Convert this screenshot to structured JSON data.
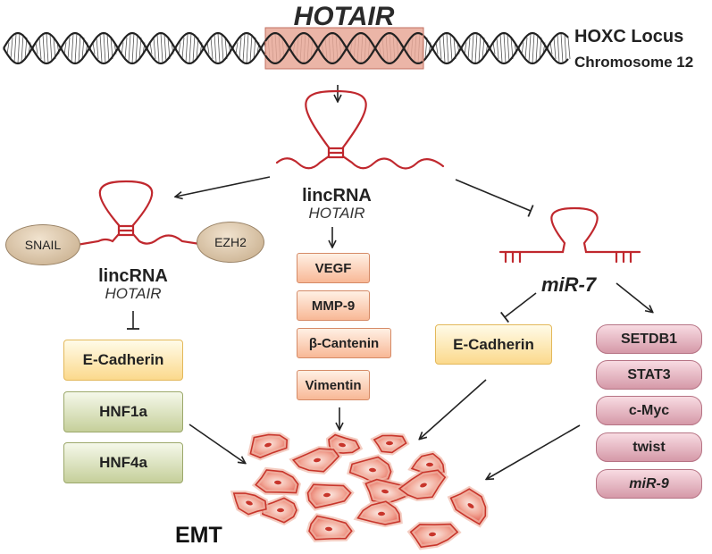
{
  "title": "HOTAIR",
  "locus": {
    "name": "HOXC Locus",
    "chromosome": "Chromosome 12"
  },
  "center_node": {
    "line1": "lincRNA",
    "line2": "HOTAIR"
  },
  "left_node": {
    "line1": "lincRNA",
    "line2": "HOTAIR",
    "partner_left": "SNAIL",
    "partner_right": "EZH2"
  },
  "left_targets": [
    "E-Cadherin",
    "HNF1a",
    "HNF4a"
  ],
  "center_targets": [
    "VEGF",
    "MMP-9",
    "β-Cantenin",
    "Vimentin"
  ],
  "mirna": {
    "label": "miR-7"
  },
  "mir_inhibited": [
    "E-Cadherin"
  ],
  "mir_targets": [
    "SETDB1",
    "STAT3",
    "c-Myc",
    "twist",
    "miR-9"
  ],
  "outcome": "EMT",
  "colors": {
    "rna_strand": "#c0282e",
    "hotair_region": "#e8a898",
    "cell": "#e86a5e",
    "box_peach": "#f8b896",
    "box_yellow": "#fbd98c",
    "box_green": "#c5cf9a",
    "box_pink": "#d599a8",
    "oval": "#c4a986"
  }
}
